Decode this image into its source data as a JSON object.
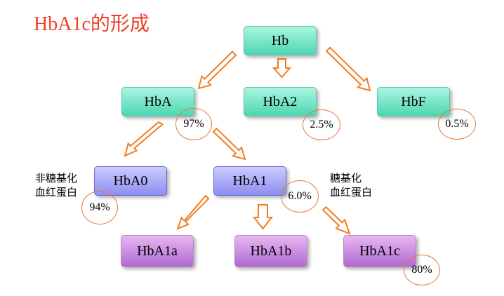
{
  "title": "HbA1c的形成",
  "nodes": {
    "hb": "Hb",
    "hba": "HbA",
    "hba2": "HbA2",
    "hbf": "HbF",
    "hba0": "HbA0",
    "hba1": "HbA1",
    "hba1a": "HbA1a",
    "hba1b": "HbA1b",
    "hba1c": "HbA1c"
  },
  "percents": {
    "hba": "97%",
    "hba2": "2.5%",
    "hbf": "0.5%",
    "hba0": "94%",
    "hba1": "6.0%",
    "hba1c": "80%"
  },
  "notes": {
    "non_glycated_line1": "非糖基化",
    "non_glycated_line2": "血红蛋白",
    "glycated_line1": "糖基化",
    "glycated_line2": "血红蛋白"
  }
}
